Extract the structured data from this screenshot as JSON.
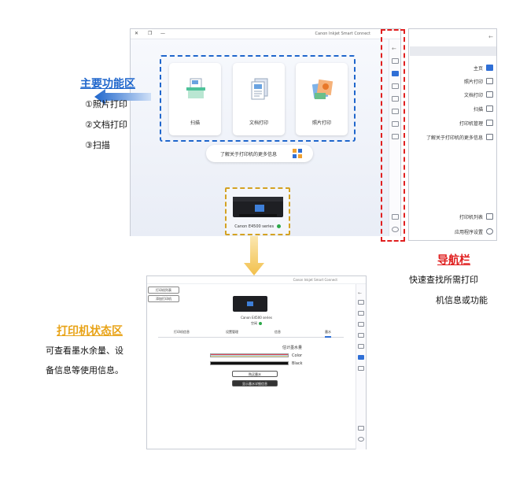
{
  "top_window": {
    "title": "Canon Inkjet Smart Connect",
    "controls": {
      "close": "✕",
      "restore": "❐",
      "minimize": "—"
    },
    "cards": [
      {
        "label": "照片打印"
      },
      {
        "label": "文档打印"
      },
      {
        "label": "扫描"
      }
    ],
    "learn_more": "了解关于打印机的更多信息",
    "printer_name": "Canon E4500 series"
  },
  "sidebar": {
    "back": "←",
    "items": [
      {
        "label": "主页"
      },
      {
        "label": "照片打印"
      },
      {
        "label": "文档打印"
      },
      {
        "label": "扫描"
      },
      {
        "label": "打印机管理"
      },
      {
        "label": "了解关于打印机的更多信息"
      }
    ],
    "bottom_items": [
      {
        "label": "打印机列表"
      },
      {
        "label": "应用程序设置"
      }
    ]
  },
  "annotations": {
    "function_area": {
      "title": "主要功能区",
      "lines": [
        "①照片打印",
        "②文档打印",
        "③扫描"
      ],
      "color": "#1f66cc"
    },
    "nav_bar": {
      "title": "导航栏",
      "lines": [
        "快速查找所需打印",
        "机信息或功能"
      ],
      "color": "#e01f1f"
    },
    "status_area": {
      "title": "打印机状态区",
      "lines": [
        "可查看墨水余量、设",
        "备信息等使用信息。"
      ],
      "color": "#e8a317"
    }
  },
  "bottom_window": {
    "title": "Canon Inkjet Smart Connect",
    "buttons": [
      "打印机列表",
      "添加打印机"
    ],
    "printer_name": "Canon E4500 series",
    "printer_status": "空闲",
    "tabs": [
      "墨水",
      "信息",
      "设置管理",
      "打印机信息"
    ],
    "ink_section": "估计墨水量",
    "ink_rows": [
      {
        "label": "Color",
        "level": 1.0
      },
      {
        "label": "Black",
        "level": 1.0
      }
    ],
    "actions": [
      "购买墨水",
      "显示墨水详细信息"
    ]
  }
}
